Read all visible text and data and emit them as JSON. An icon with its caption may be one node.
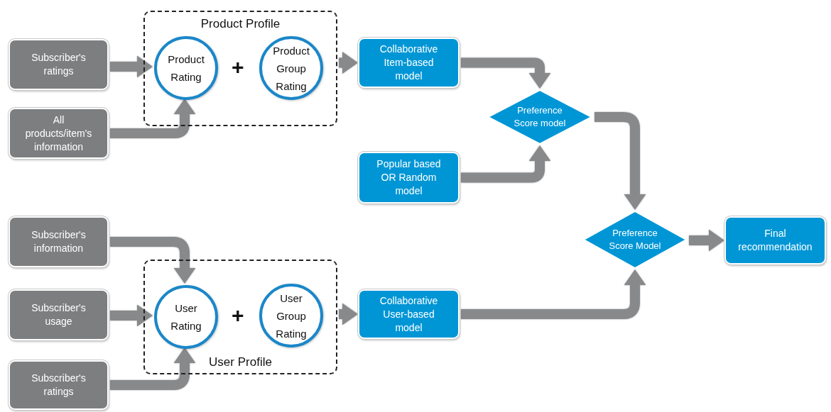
{
  "diagram": {
    "nodes": [
      {
        "text": [
          "Product Profile"
        ]
      },
      {
        "text": [
          "Product Rating"
        ],
        "in": 0
      },
      {
        "text": [
          "Product Group Rating"
        ],
        "in": 0
      },
      {
        "text": [
          "Subscriber's ratings"
        ]
      },
      {
        "text": [
          "All products/item's information"
        ]
      },
      {
        "text": [
          "Collaborative Item-based model"
        ]
      },
      {
        "text": [
          "Preference Score model"
        ]
      },
      {
        "text": [
          "Popular based OR Random model"
        ]
      },
      {
        "text": [
          "Preference Score Model"
        ]
      },
      {
        "text": [
          "Final recommendation"
        ]
      },
      {
        "text": [
          "Subscriber's information"
        ]
      },
      {
        "text": [
          "User Profile"
        ]
      },
      {
        "text": [
          "User Rating"
        ],
        "in": 11
      },
      {
        "text": [
          "User Group Rating"
        ],
        "in": 11
      },
      {
        "text": [
          "Subscriber's usage"
        ]
      },
      {
        "text": [
          "Subscriber's ratings"
        ]
      },
      {
        "text": [
          "Collaborative User-based model"
        ]
      }
    ],
    "edges": [
      {
        "from": 3,
        "to": 1,
        "arrow": "to"
      },
      {
        "from": 4,
        "to": 1,
        "arrow": "to"
      },
      {
        "from": 0,
        "to": 5,
        "arrow": "to"
      },
      {
        "from": 5,
        "to": 6,
        "arrow": "to"
      },
      {
        "from": 7,
        "to": 6,
        "arrow": "to"
      },
      {
        "from": 6,
        "to": 8,
        "arrow": "to"
      },
      {
        "from": 10,
        "to": 12,
        "arrow": "to"
      },
      {
        "from": 14,
        "to": 12,
        "arrow": "to"
      },
      {
        "from": 15,
        "to": 12,
        "arrow": "to"
      },
      {
        "from": 11,
        "to": 16,
        "arrow": "to"
      },
      {
        "from": 16,
        "to": 8,
        "arrow": "to"
      },
      {
        "from": 8,
        "to": 9,
        "arrow": "to"
      }
    ],
    "labels": [
      "+",
      "+"
    ]
  }
}
